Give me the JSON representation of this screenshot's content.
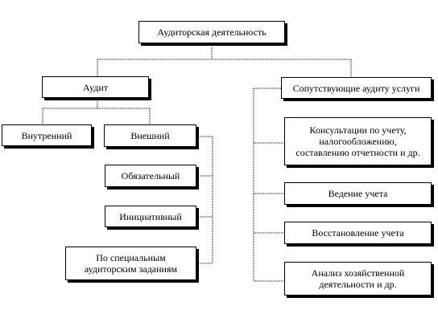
{
  "root": {
    "label": "Аудиторская деятельность"
  },
  "audit": {
    "label": "Аудит",
    "internal": "Внутренний",
    "external": "Внешний",
    "external_types": [
      {
        "label": "Обязательный"
      },
      {
        "label": "Инициативный"
      },
      {
        "label": "По специальным\nаудиторским заданиям"
      }
    ]
  },
  "services": {
    "label": "Сопутствующие аудиту услуги",
    "items": [
      {
        "label": "Консультации по учету,\nналогообложению,\nсоставлению отчетности и др."
      },
      {
        "label": "Ведение учета"
      },
      {
        "label": "Восстановление учета"
      },
      {
        "label": "Анализ хозяйственной\nдеятельности и др."
      }
    ]
  }
}
